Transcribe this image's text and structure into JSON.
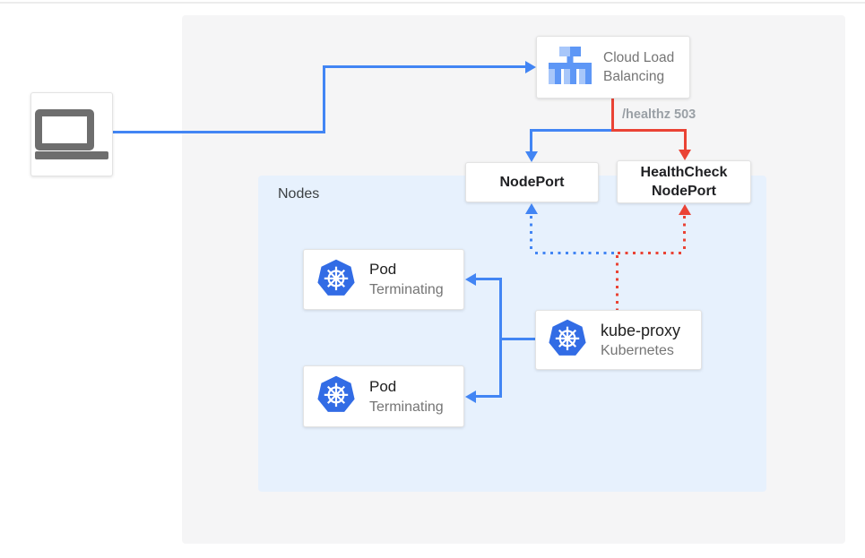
{
  "nodes_panel": {
    "label": "Nodes"
  },
  "client": {
    "icon": "laptop-icon"
  },
  "cloud_load_balancing": {
    "line1": "Cloud Load",
    "line2": "Balancing",
    "icon": "cloud-load-balancing-icon"
  },
  "health_check_label": "/healthz 503",
  "nodeport": {
    "label": "NodePort"
  },
  "healthcheck_nodeport": {
    "line1": "HealthCheck",
    "line2": "NodePort"
  },
  "kube_proxy": {
    "title": "kube-proxy",
    "subtitle": "Kubernetes",
    "icon": "kubernetes-icon"
  },
  "pods": [
    {
      "title": "Pod",
      "status": "Terminating",
      "icon": "kubernetes-icon"
    },
    {
      "title": "Pod",
      "status": "Terminating",
      "icon": "kubernetes-icon"
    }
  ],
  "colors": {
    "blue": "#4285F4",
    "red": "#EA4335",
    "k8s_blue": "#326CE5",
    "panel_bg": "#F5F5F6",
    "nodes_bg": "#E7F1FD",
    "gray_icon": "#6E6E6E",
    "text_dark": "#212121",
    "text_gray": "#757575",
    "healthz_gray": "#9AA0A6",
    "clb_light": "#A8C7FA",
    "clb_medium": "#5E97F6"
  }
}
